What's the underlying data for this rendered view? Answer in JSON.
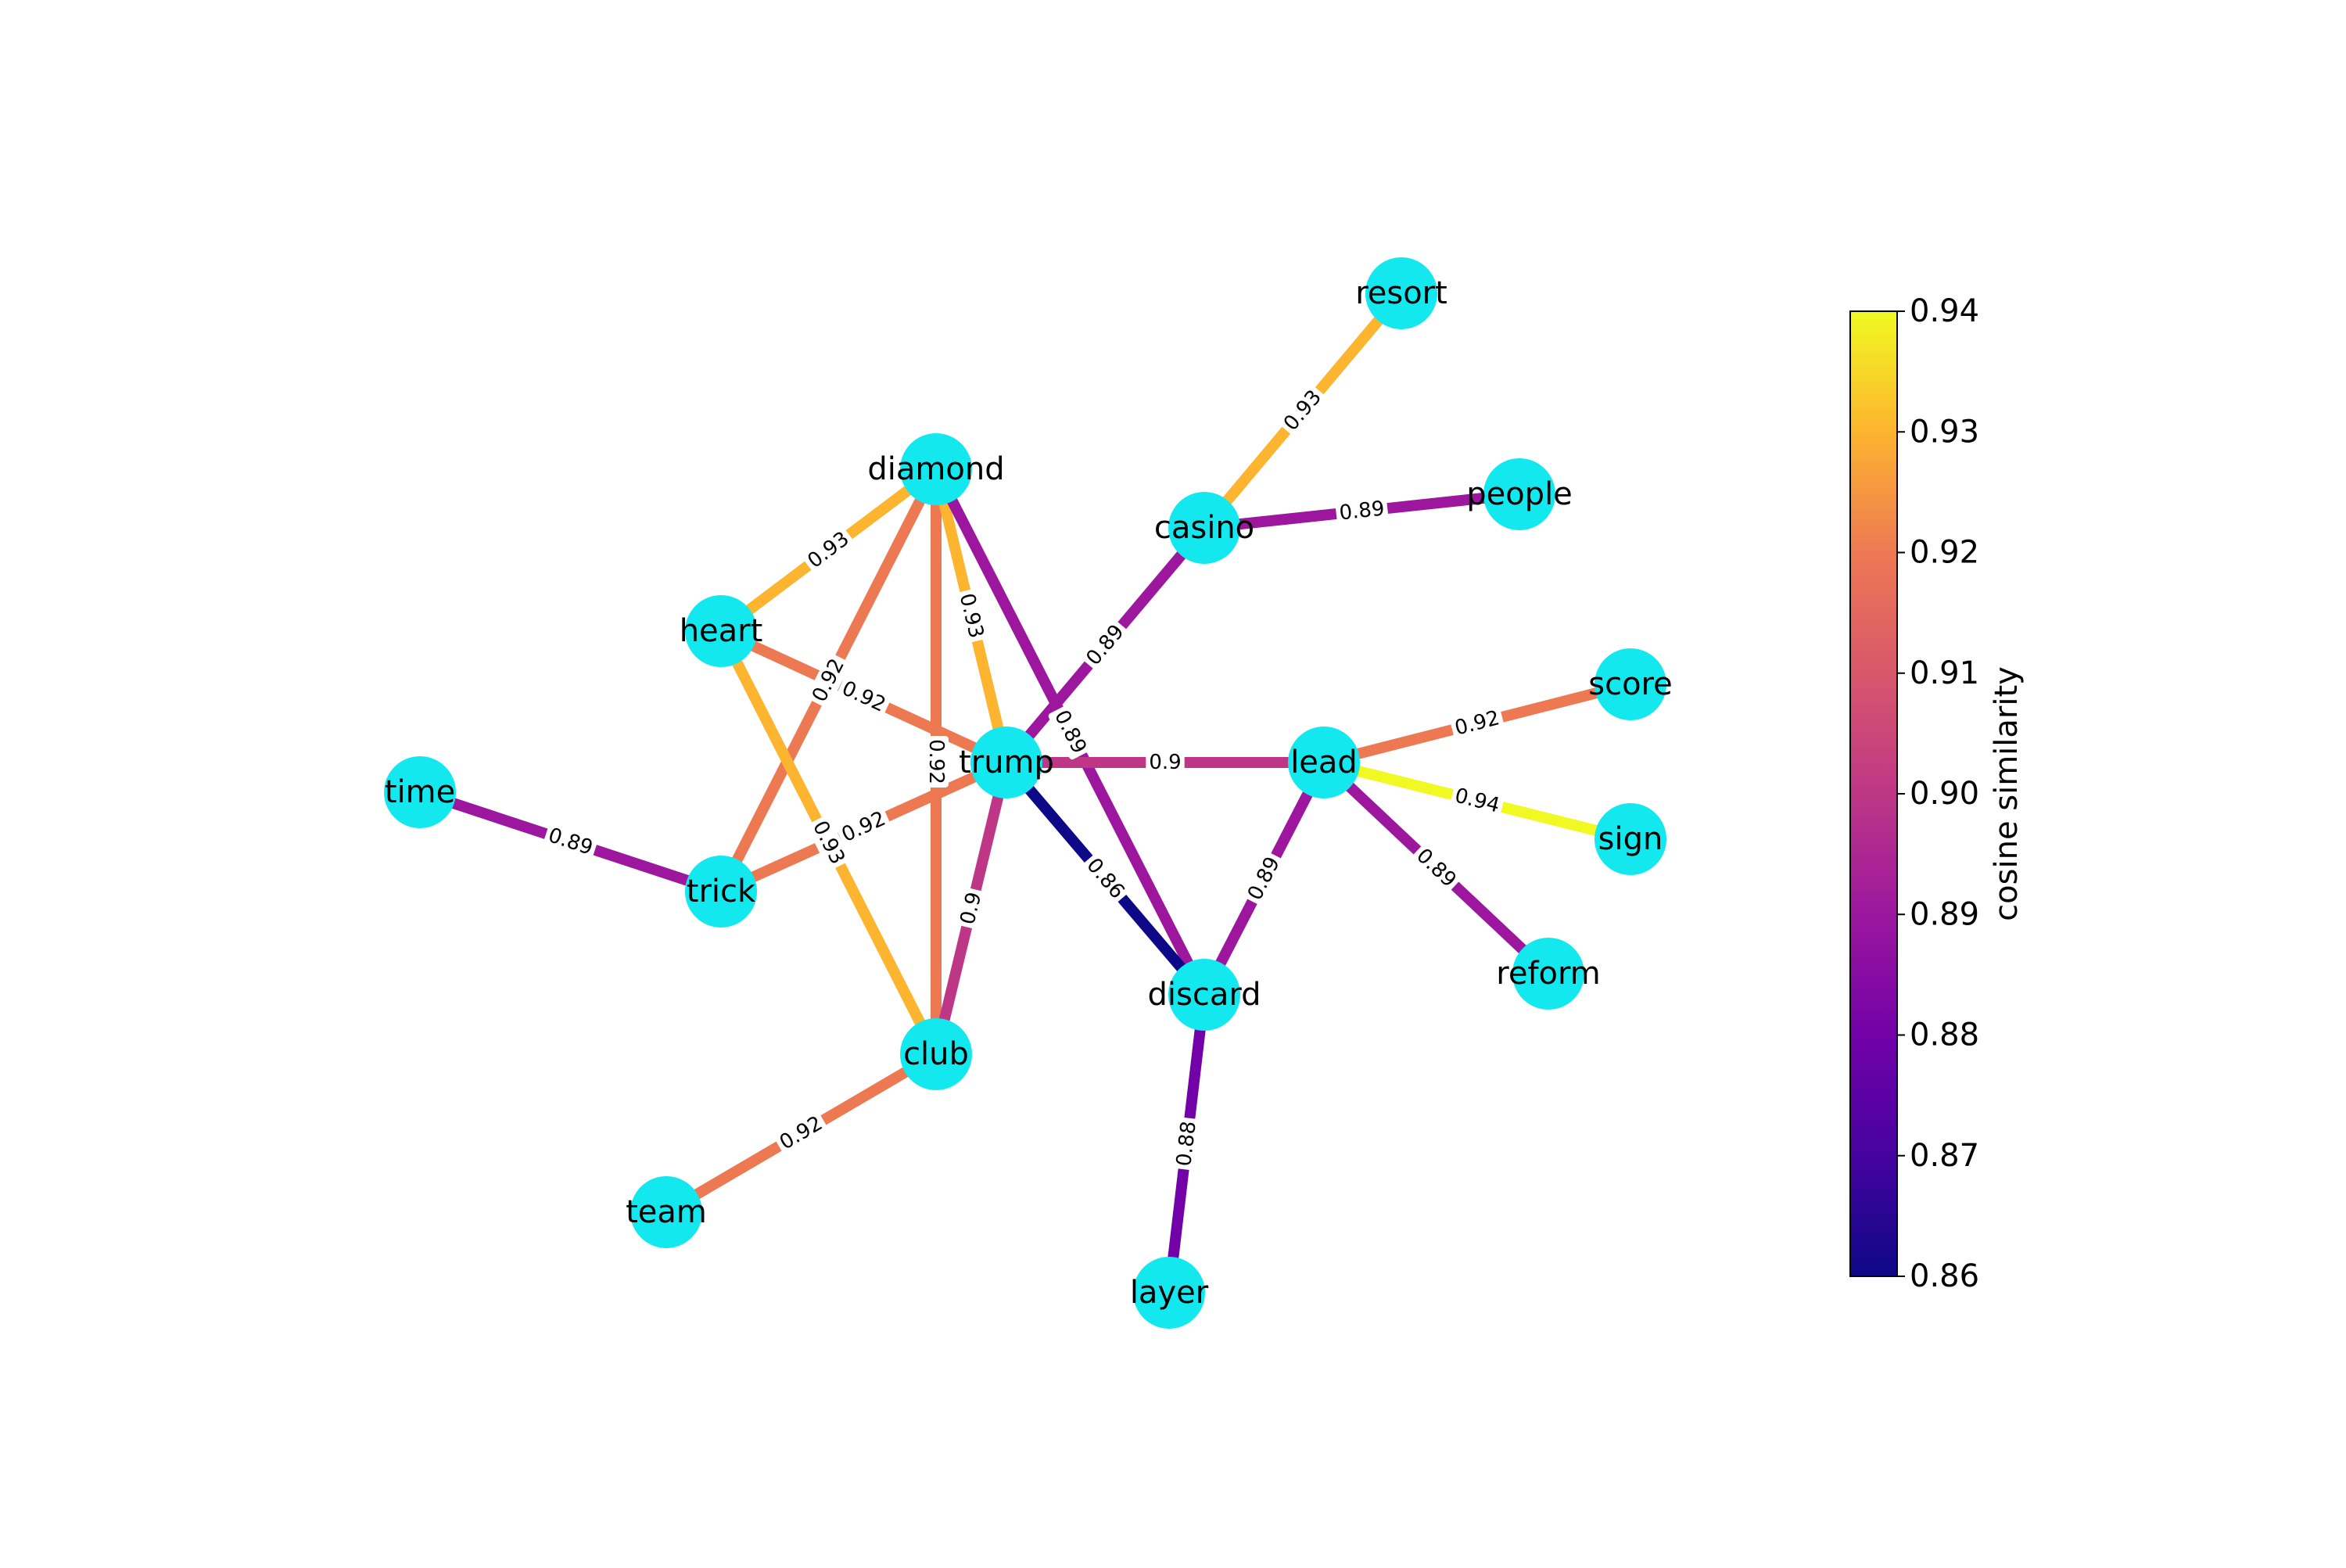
{
  "graph": {
    "node_color": "#13e8ef",
    "nodes": [
      {
        "id": "resort",
        "label": "resort"
      },
      {
        "id": "diamond",
        "label": "diamond"
      },
      {
        "id": "people",
        "label": "people"
      },
      {
        "id": "casino",
        "label": "casino"
      },
      {
        "id": "heart",
        "label": "heart"
      },
      {
        "id": "score",
        "label": "score"
      },
      {
        "id": "time",
        "label": "time"
      },
      {
        "id": "trump",
        "label": "trump"
      },
      {
        "id": "lead",
        "label": "lead"
      },
      {
        "id": "sign",
        "label": "sign"
      },
      {
        "id": "trick",
        "label": "trick"
      },
      {
        "id": "reform",
        "label": "reform"
      },
      {
        "id": "discard",
        "label": "discard"
      },
      {
        "id": "club",
        "label": "club"
      },
      {
        "id": "team",
        "label": "team"
      },
      {
        "id": "layer",
        "label": "layer"
      }
    ],
    "edges": [
      {
        "source": "resort",
        "target": "casino",
        "weight": 0.93,
        "label": "0.93"
      },
      {
        "source": "casino",
        "target": "people",
        "weight": 0.89,
        "label": "0.89"
      },
      {
        "source": "casino",
        "target": "trump",
        "weight": 0.89,
        "label": "0.89"
      },
      {
        "source": "diamond",
        "target": "heart",
        "weight": 0.93,
        "label": "0.93"
      },
      {
        "source": "diamond",
        "target": "trick",
        "weight": 0.92,
        "label": "0.92"
      },
      {
        "source": "diamond",
        "target": "club",
        "weight": 0.92,
        "label": "0.92"
      },
      {
        "source": "diamond",
        "target": "trump",
        "weight": 0.93,
        "label": "0.93"
      },
      {
        "source": "diamond",
        "target": "discard",
        "weight": 0.89,
        "label": "0.89"
      },
      {
        "source": "heart",
        "target": "trump",
        "weight": 0.92,
        "label": "0.92"
      },
      {
        "source": "heart",
        "target": "club",
        "weight": 0.93,
        "label": "0.93"
      },
      {
        "source": "time",
        "target": "trick",
        "weight": 0.89,
        "label": "0.89"
      },
      {
        "source": "trick",
        "target": "trump",
        "weight": 0.92,
        "label": "0.92"
      },
      {
        "source": "trump",
        "target": "lead",
        "weight": 0.9,
        "label": "0.9"
      },
      {
        "source": "trump",
        "target": "discard",
        "weight": 0.86,
        "label": "0.86"
      },
      {
        "source": "trump",
        "target": "club",
        "weight": 0.9,
        "label": "0.9"
      },
      {
        "source": "lead",
        "target": "score",
        "weight": 0.92,
        "label": "0.92"
      },
      {
        "source": "lead",
        "target": "sign",
        "weight": 0.94,
        "label": "0.94"
      },
      {
        "source": "lead",
        "target": "reform",
        "weight": 0.89,
        "label": "0.89"
      },
      {
        "source": "lead",
        "target": "discard",
        "weight": 0.89,
        "label": "0.89"
      },
      {
        "source": "discard",
        "target": "layer",
        "weight": 0.88,
        "label": "0.88"
      },
      {
        "source": "club",
        "target": "team",
        "weight": 0.92,
        "label": "0.92"
      }
    ]
  },
  "colorbar": {
    "label": "cosine similarity",
    "colormap": "plasma",
    "min": 0.86,
    "max": 0.94,
    "ticks": [
      "0.86",
      "0.87",
      "0.88",
      "0.89",
      "0.90",
      "0.91",
      "0.92",
      "0.93",
      "0.94"
    ]
  }
}
